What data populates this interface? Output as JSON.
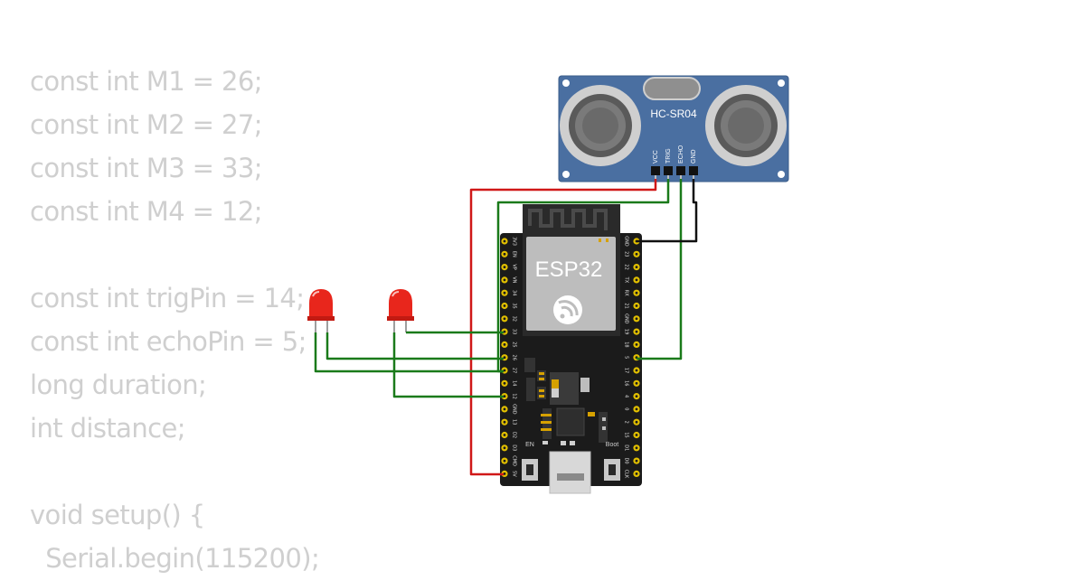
{
  "code_lines": [
    "const int M1 = 26;",
    "const int M2 = 27;",
    "const int M3 = 33;",
    "const int M4 = 12;",
    "",
    "const int trigPin = 14;",
    "const int echoPin = 5;",
    "long duration;",
    "int distance;",
    "",
    "void setup() {",
    "  Serial.begin(115200);"
  ],
  "sensor": {
    "model": "HC-SR04",
    "pins": [
      "VCC",
      "TRIG",
      "ECHO",
      "GND"
    ]
  },
  "board": {
    "name": "ESP32",
    "left_pins": [
      "3V3",
      "EN",
      "VP",
      "VN",
      "34",
      "35",
      "32",
      "33",
      "25",
      "26",
      "27",
      "14",
      "12",
      "GND",
      "13",
      "D2",
      "D3",
      "CMD",
      "5V"
    ],
    "right_pins": [
      "GND",
      "23",
      "22",
      "TX",
      "RX",
      "21",
      "GND",
      "19",
      "18",
      "5",
      "17",
      "16",
      "4",
      "0",
      "2",
      "15",
      "D1",
      "D0",
      "CLK"
    ],
    "button_en": "EN",
    "button_boot": "Boot"
  },
  "colors": {
    "code_text": "#cfcfcf",
    "wire_red": "#d01818",
    "wire_green": "#1a7a1a",
    "wire_black": "#111111",
    "sensor_board": "#4a6fa1",
    "esp_board": "#1b1b1b",
    "pin_gold": "#e2c000",
    "led_red": "#e8261c"
  }
}
